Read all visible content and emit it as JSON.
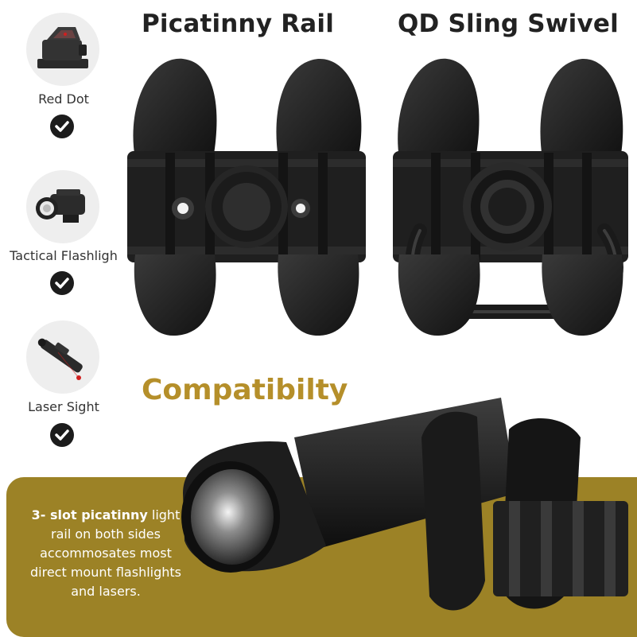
{
  "titles": {
    "picatinny_rail": "Picatinny Rail",
    "qd_sling_swivel": "QD Sling Swivel",
    "compatibility": "Compatibilty"
  },
  "accessories": [
    {
      "label": "Red Dot",
      "icon": "red-dot-sight-icon",
      "checked": true
    },
    {
      "label": "Tactical Flashligh",
      "icon": "tactical-flashlight-icon",
      "checked": true
    },
    {
      "label": "Laser Sight",
      "icon": "laser-sight-icon",
      "checked": true
    }
  ],
  "description": {
    "highlight": "3- slot picatinny",
    "rest": "light rail on both sides accommosates most direct mount flashlights and lasers."
  },
  "colors": {
    "gold": "#b58f2a",
    "gold_band": "#9c8226",
    "dark": "#1c1c1c"
  }
}
